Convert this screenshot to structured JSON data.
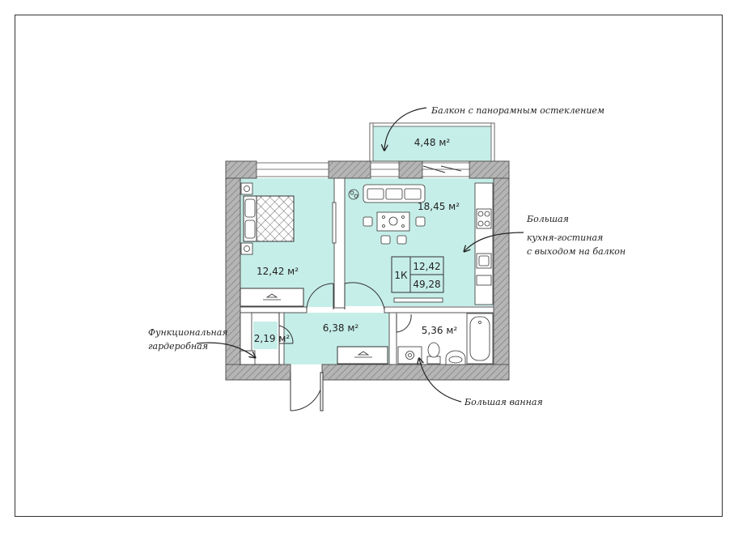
{
  "colors": {
    "floor": "#c6eee8",
    "wall": "#9a9a9a",
    "ink": "#222222"
  },
  "rooms": {
    "balcony": {
      "area": "4,48 м²"
    },
    "bedroom": {
      "area": "12,42 м²"
    },
    "living_kitchen": {
      "area": "18,45 м²"
    },
    "hall": {
      "area": "6,38 м²"
    },
    "wardrobe": {
      "area": "2,19 м²"
    },
    "bathroom": {
      "area": "5,36 м²"
    }
  },
  "summary_table": {
    "type": "1К",
    "living_area": "12,42",
    "total_area": "49,28"
  },
  "annotations": {
    "balcony": "Балкон с панорамным остеклением",
    "kitchen": [
      "Большая",
      "кухня-гостиная",
      "с выходом на балкон"
    ],
    "wardrobe": [
      "Функциональная",
      "гардеробная"
    ],
    "bathroom": "Большая ванная"
  },
  "icons": [
    "bed-icon",
    "sofa-icon",
    "dining-table-icon",
    "stove-icon",
    "sink-icon",
    "bathtub-icon",
    "toilet-icon",
    "washing-machine-icon",
    "hanger-icon",
    "door-icon",
    "plant-icon"
  ]
}
